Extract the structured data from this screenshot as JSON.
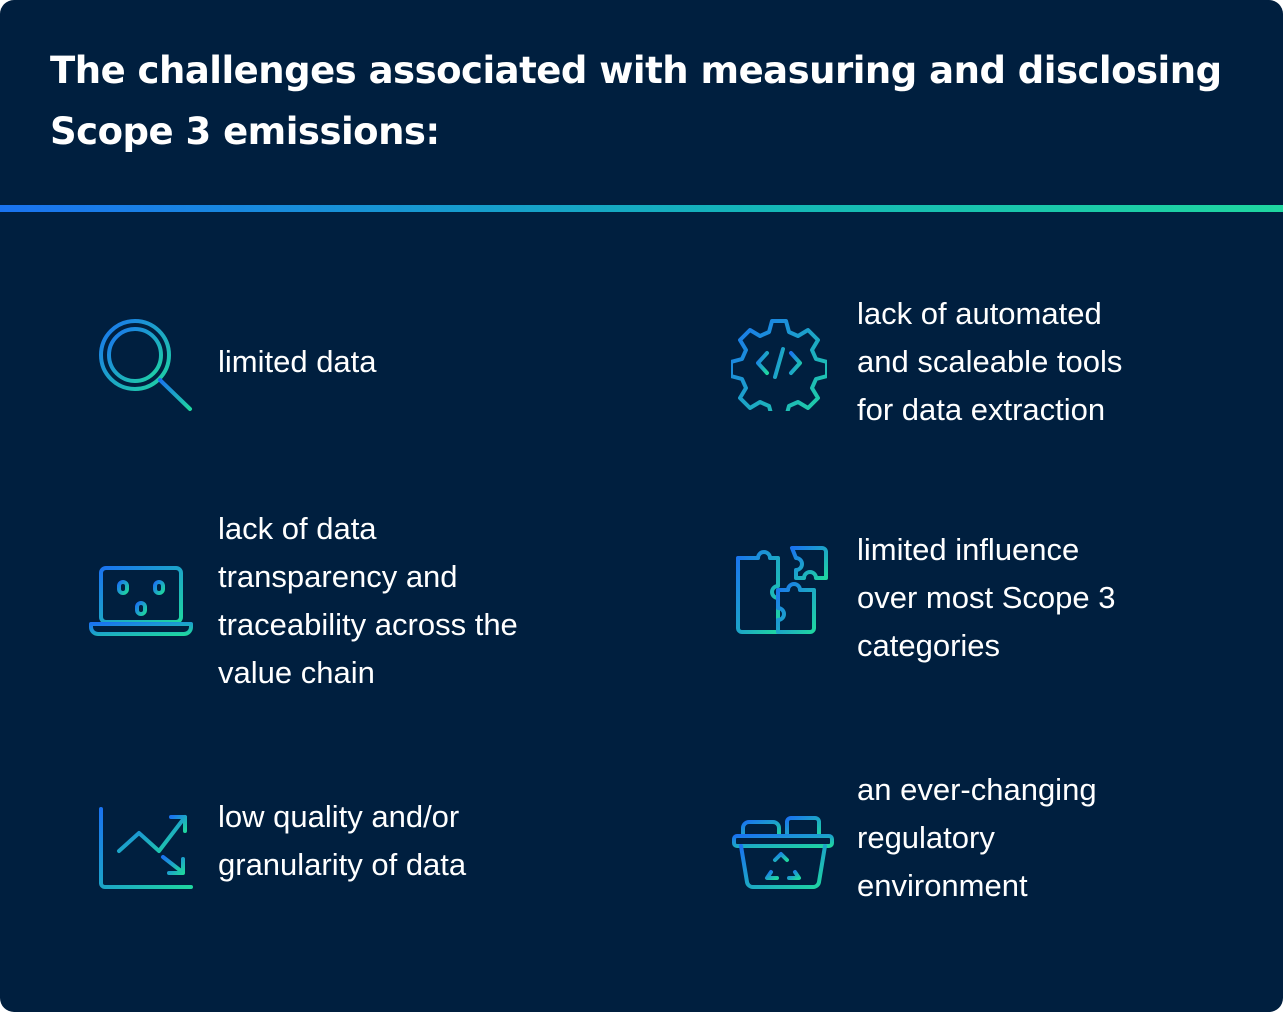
{
  "title": {
    "line1": "The challenges associated with measuring and disclosing",
    "line2": "Scope 3 emissions:"
  },
  "challenges": [
    {
      "icon": "magnifier-chart-icon",
      "lines": [
        "limited data"
      ]
    },
    {
      "icon": "gear-code-icon",
      "lines": [
        "lack of automated",
        "and scaleable tools",
        "for data extraction"
      ]
    },
    {
      "icon": "laptop-binary-icon",
      "lines": [
        "lack of data",
        "transparency and",
        "traceability across the",
        "value chain"
      ]
    },
    {
      "icon": "puzzle-icon",
      "lines": [
        "limited influence",
        "over most Scope 3",
        "categories"
      ]
    },
    {
      "icon": "trend-chart-icon",
      "lines": [
        "low quality and/or",
        "granularity of data"
      ]
    },
    {
      "icon": "recycle-basket-icon",
      "lines": [
        "an ever-changing",
        "regulatory",
        "environment"
      ]
    }
  ],
  "colors": {
    "background": "#001f3f",
    "gradient_start": "#1a73f0",
    "gradient_end": "#1fd6a0",
    "text": "#ffffff"
  }
}
